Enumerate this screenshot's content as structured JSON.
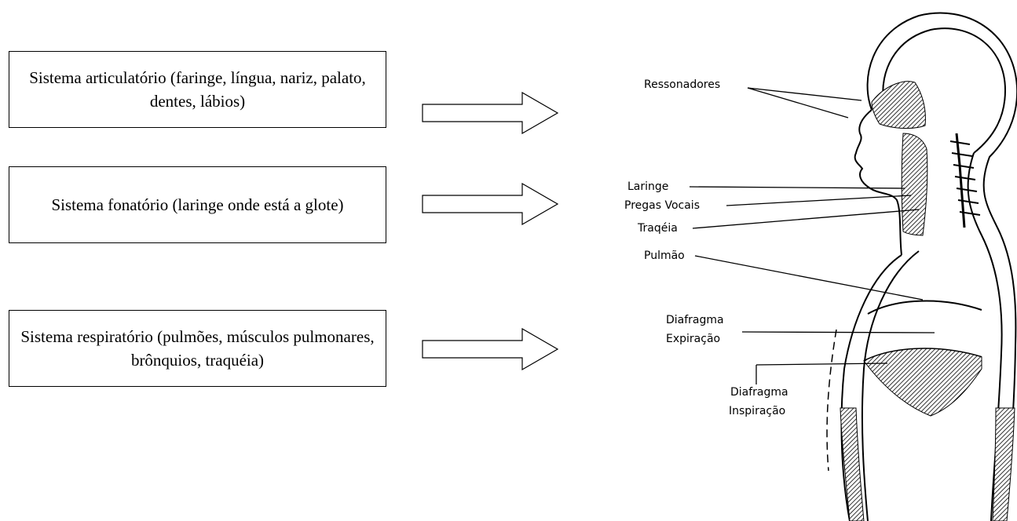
{
  "boxes": [
    {
      "text": "Sistema articulatório (faringe, língua, nariz, palato, dentes, lábios)"
    },
    {
      "text": "Sistema fonatório (laringe onde está a glote)"
    },
    {
      "text": "Sistema respiratório (pulmões, músculos pulmonares, brônquios, traquéia)"
    }
  ],
  "labels": {
    "ressonadores": "Ressonadores",
    "laringe": "Laringe",
    "pregas_vocais": "Pregas Vocais",
    "traqueia": "Traqéia",
    "pulmao": "Pulmão",
    "diafragma_exp_1": "Diafragma",
    "diafragma_exp_2": "Expiração",
    "diafragma_insp_1": "Diafragma",
    "diafragma_insp_2": "Inspiração"
  }
}
